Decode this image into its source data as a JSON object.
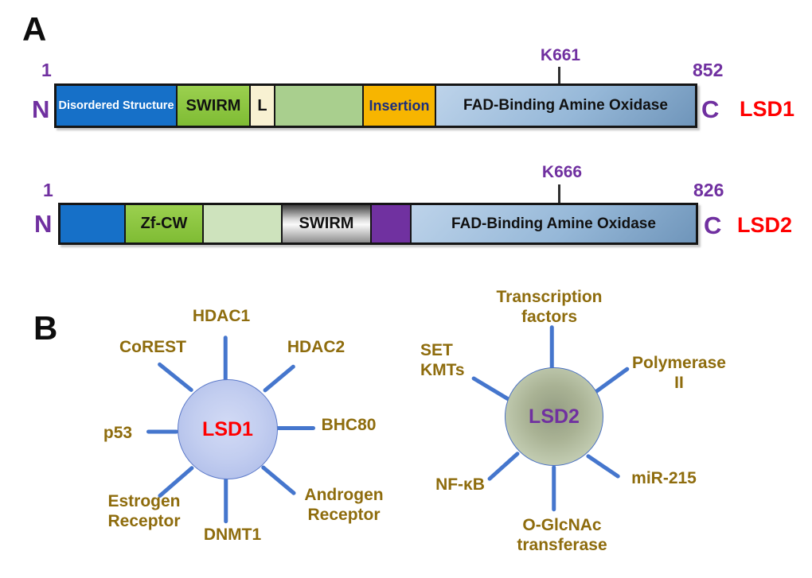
{
  "panelA": {
    "label": "A",
    "lsd1": {
      "name": "LSD1",
      "start": "1",
      "end": "852",
      "n_terminus": "N",
      "c_terminus": "C",
      "site": "K661",
      "domains": [
        {
          "label": "Disordered Structure"
        },
        {
          "label": "SWIRM"
        },
        {
          "label": "L"
        },
        {
          "label": ""
        },
        {
          "label": "Insertion"
        },
        {
          "label": "FAD-Binding Amine Oxidase"
        }
      ]
    },
    "lsd2": {
      "name": "LSD2",
      "start": "1",
      "end": "826",
      "n_terminus": "N",
      "c_terminus": "C",
      "site": "K666",
      "domains": [
        {
          "label": ""
        },
        {
          "label": "Zf-CW"
        },
        {
          "label": ""
        },
        {
          "label": "SWIRM"
        },
        {
          "label": ""
        },
        {
          "label": "FAD-Binding Amine Oxidase"
        }
      ]
    }
  },
  "panelB": {
    "label": "B",
    "hub1": {
      "name": "LSD1",
      "partners": [
        {
          "line1": "HDAC1"
        },
        {
          "line1": "CoREST"
        },
        {
          "line1": "HDAC2"
        },
        {
          "line1": "BHC80"
        },
        {
          "line1": "p53"
        },
        {
          "line1": "Estrogen",
          "line2": "Receptor"
        },
        {
          "line1": "DNMT1"
        },
        {
          "line1": "Androgen",
          "line2": "Receptor"
        }
      ]
    },
    "hub2": {
      "name": "LSD2",
      "partners": [
        {
          "line1": "Transcription",
          "line2": "factors"
        },
        {
          "line1": "SET",
          "line2": "KMTs"
        },
        {
          "line1": "Polymerase",
          "line2": "II"
        },
        {
          "line1": "NF-κB"
        },
        {
          "line1": "miR-215"
        },
        {
          "line1": "O-GlcNAc",
          "line2": "transferase"
        }
      ]
    }
  },
  "colors": {
    "accent_purple": "#7030a0",
    "protein_red": "#ff0000",
    "partner_gold": "#8e6c0d",
    "spoke_blue": "#4576cd",
    "domain_blue": "#1670c8",
    "domain_green": "#8cc642",
    "domain_cream": "#f8f1d2",
    "domain_light_green_1": "#a9cf8e",
    "domain_light_green_2": "#cee3bd",
    "domain_orange": "#f7b500",
    "domain_fad_blue": "#9dbedd",
    "domain_gray": "#b5b5b5",
    "domain_purple": "#7031a0"
  }
}
